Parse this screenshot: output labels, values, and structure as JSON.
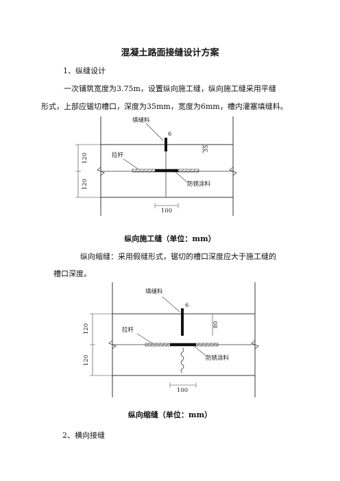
{
  "doc": {
    "title": "混凝土路面接缝设计方案",
    "section1_heading": "1、纵缝设计",
    "para1_line1": "一次铺筑宽度为3.75m，设置纵向施工缝，纵向施工缝采用平缝",
    "para1_line2": "形式，上部应锯切槽口，深度为35mm，宽度为6mm，槽内灌塞填缝料。",
    "caption1": "纵向施工缝（单位：mm）",
    "para2_line1": "纵向缩缝：采用假缝形式，锯切的槽口深度应大于施工缝的",
    "para2_line2": "槽口深度。",
    "caption2": "纵向缩缝（单位：mm）",
    "section2_heading": "2、横向接缝"
  },
  "figure1": {
    "filler_label": "填缝料",
    "tie_bar_label": "拉杆",
    "anti_rust_label": "防锈涂料",
    "width_label": "6",
    "depth_label": "35",
    "upper_thickness": "120",
    "lower_thickness": "120",
    "coating_length": "100"
  },
  "figure2": {
    "filler_label": "填缝料",
    "tie_bar_label": "拉杆",
    "anti_rust_label": "防锈涂料",
    "width_label": "6",
    "depth_label": "80",
    "upper_thickness": "120",
    "lower_thickness": "120",
    "coating_length": "100"
  }
}
